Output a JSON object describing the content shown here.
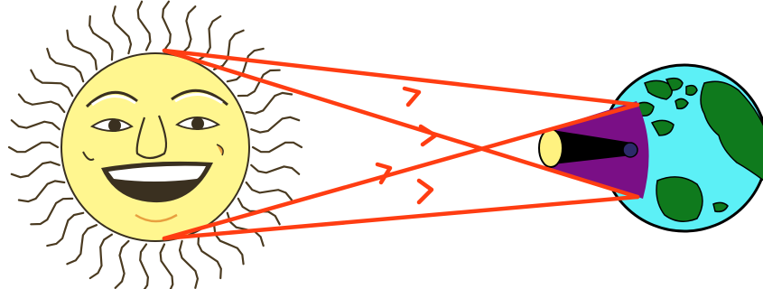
{
  "diagram": {
    "objects": [
      {
        "id": "sun",
        "icon": "sun-face-icon"
      },
      {
        "id": "moon",
        "icon": "moon-icon"
      },
      {
        "id": "earth",
        "icon": "earth-globe-icon"
      }
    ],
    "rays": [
      {
        "id": "ray-top-to-upper",
        "direction": "toward-earth"
      },
      {
        "id": "ray-top-to-lower",
        "direction": "toward-earth"
      },
      {
        "id": "ray-bottom-to-upper",
        "direction": "toward-earth"
      },
      {
        "id": "ray-bottom-to-lower",
        "direction": "toward-earth"
      }
    ],
    "shadow": {
      "umbra": "umbra",
      "penumbra": "penumbra"
    }
  },
  "colors": {
    "sun_fill": "#fff68f",
    "sun_outline": "#3a3020",
    "sun_rays": "#4a3a20",
    "ray": "#ff3d12",
    "penumbra": "#7a0f86",
    "umbra": "#000000",
    "moon": "#fff280",
    "earth_ocean": "#5cf0f6",
    "earth_land": "#0f7a1d",
    "earth_outline": "#000000",
    "background": "#ffffff"
  }
}
